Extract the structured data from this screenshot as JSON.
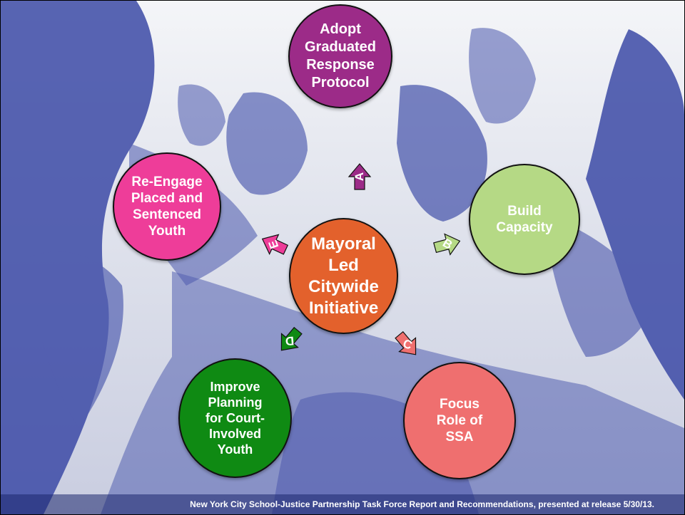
{
  "diagram": {
    "center": {
      "label": "Mayoral\nLed\nCitywide\nInitiative",
      "color": "#e3612c"
    },
    "nodes": {
      "a": {
        "label": "Adopt\nGraduated\nResponse\nProtocol",
        "letter": "A",
        "color": "#9c2b88"
      },
      "b": {
        "label": "Build\nCapacity",
        "letter": "B",
        "color": "#b5d985"
      },
      "c": {
        "label": "Focus\nRole of\nSSA",
        "letter": "C",
        "color": "#ef6f6f"
      },
      "d": {
        "label": "Improve\nPlanning\nfor Court-\nInvolved\nYouth",
        "letter": "D",
        "color": "#0f8a13"
      },
      "e": {
        "label": "Re-Engage\nPlaced and\nSentenced\nYouth",
        "letter": "E",
        "color": "#ee3d99"
      }
    }
  },
  "footer": {
    "citation": "New York City School-Justice Partnership Task Force Report and Recommendations, presented at release 5/30/13."
  },
  "background": {
    "tint": "#3c4aa6",
    "subject": "group-hands-together-photo"
  }
}
